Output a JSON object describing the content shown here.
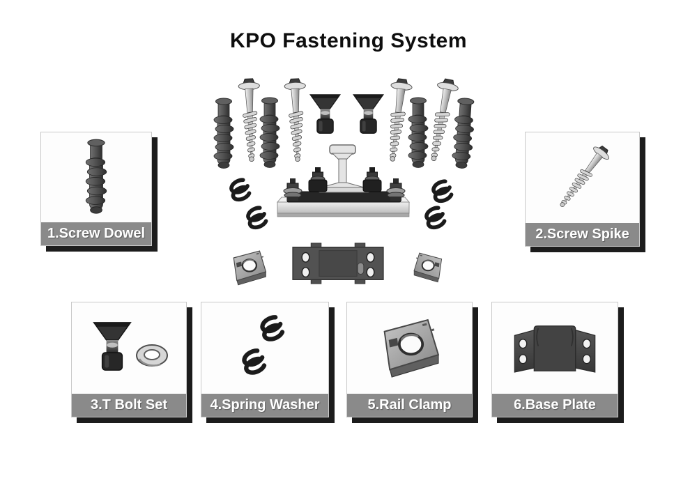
{
  "title": "KPO Fastening System",
  "assembly": {
    "icon": "rail-fastening-assembly-illustration",
    "component_icons": [
      "screw-dowel-icon",
      "screw-spike-icon",
      "t-bolt-icon",
      "spring-washer-icon",
      "rail-clamp-icon",
      "base-plate-icon",
      "rail-on-base-plate-icon"
    ]
  },
  "parts": [
    {
      "label": "1.Screw Dowel",
      "icon": "screw-dowel-icon"
    },
    {
      "label": "2.Screw Spike",
      "icon": "screw-spike-icon"
    },
    {
      "label": "3.T Bolt Set",
      "icon": "t-bolt-set-icon"
    },
    {
      "label": "4.Spring Washer",
      "icon": "spring-washer-icon"
    },
    {
      "label": "5.Rail Clamp",
      "icon": "rail-clamp-icon"
    },
    {
      "label": "6.Base Plate",
      "icon": "base-plate-icon"
    }
  ],
  "colors": {
    "background": "#ffffff",
    "title_text": "#0e0e0e",
    "label_bar": "#8a8a8a",
    "label_text": "#ffffff",
    "box_shadow": "#1c1c1c",
    "box_border": "#c9c9c9"
  }
}
